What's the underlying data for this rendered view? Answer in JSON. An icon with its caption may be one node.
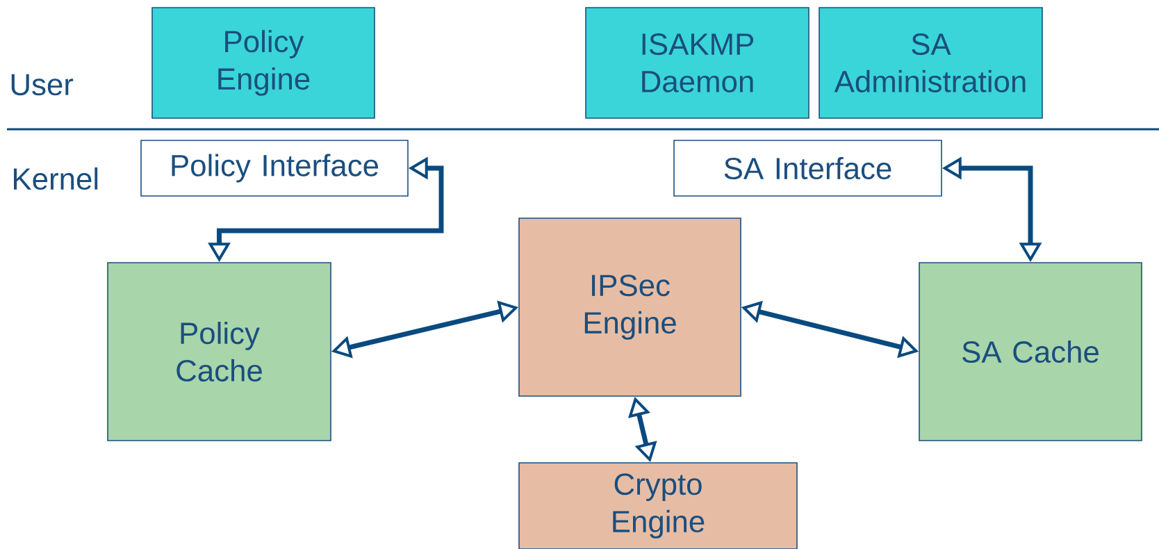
{
  "diagram": {
    "nodes": [
      {
        "text": [
          "Policy Engine"
        ]
      },
      {
        "text": [
          "ISAKMP Daemon"
        ]
      },
      {
        "text": [
          "SA Administration"
        ]
      },
      {
        "text": [
          "Policy Interface"
        ]
      },
      {
        "text": [
          "SA Interface"
        ]
      },
      {
        "text": [
          "Policy Cache"
        ]
      },
      {
        "text": [
          "IPSec Engine"
        ]
      },
      {
        "text": [
          "SA Cache"
        ]
      },
      {
        "text": [
          "Crypto Engine"
        ]
      }
    ],
    "edges": [
      {
        "from": 3,
        "to": 5,
        "arrow": "both"
      },
      {
        "from": 4,
        "to": 7,
        "arrow": "both"
      },
      {
        "from": 5,
        "to": 6,
        "arrow": "both"
      },
      {
        "from": 6,
        "to": 7,
        "arrow": "both"
      },
      {
        "from": 6,
        "to": 8,
        "arrow": "both"
      }
    ],
    "labels": [
      "User",
      "Kernel"
    ]
  }
}
